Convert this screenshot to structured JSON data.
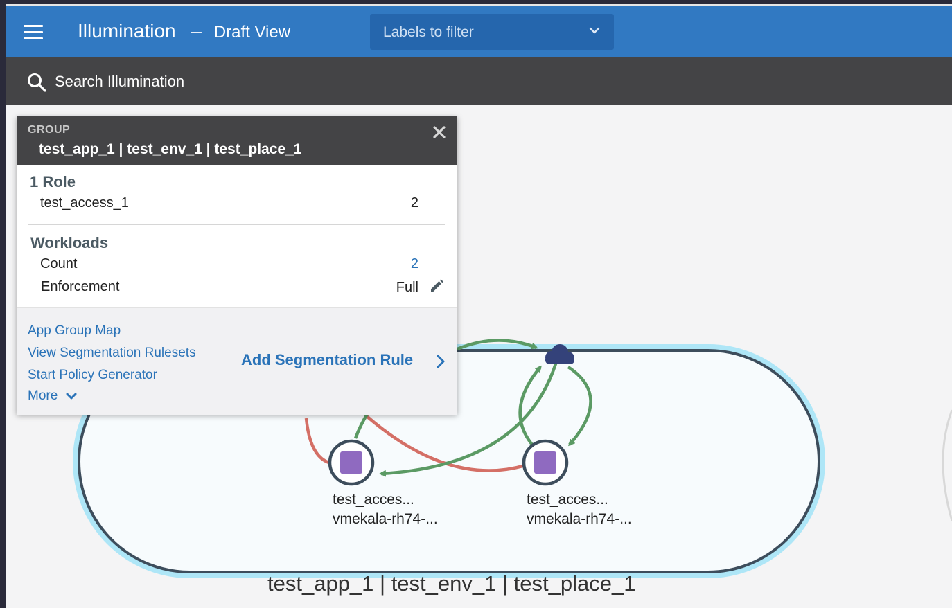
{
  "header": {
    "title": "Illumination",
    "separator": "–",
    "view": "Draft View",
    "filter_placeholder": "Labels to filter"
  },
  "search": {
    "label": "Search Illumination"
  },
  "popup": {
    "kind": "GROUP",
    "name": "test_app_1 | test_env_1 | test_place_1",
    "roles_title": "1 Role",
    "role": {
      "name": "test_access_1",
      "count": "2"
    },
    "workloads_title": "Workloads",
    "count_label": "Count",
    "count_value": "2",
    "enforcement_label": "Enforcement",
    "enforcement_value": "Full",
    "links": [
      "App Group Map",
      "View Segmentation Rulesets",
      "Start Policy Generator",
      "More"
    ],
    "add_rule": "Add Segmentation Rule"
  },
  "map": {
    "group_label": "test_app_1 | test_env_1 | test_place_1",
    "nodes": [
      {
        "line1": "test_acces...",
        "line2": "vmekala-rh74-..."
      },
      {
        "line1": "test_acces...",
        "line2": "vmekala-rh74-..."
      }
    ],
    "colors": {
      "group_border": "#3d4d5c",
      "group_glow": "#aee6f7",
      "allowed_edge": "#5b9a64",
      "blocked_edge": "#d46f66",
      "workload": "#8f6ac0",
      "cloud": "#34427a"
    },
    "icons": [
      "menu-icon",
      "chevron-down-icon",
      "search-icon",
      "close-icon",
      "pencil-icon",
      "chevron-right-icon",
      "cloud-icon"
    ]
  }
}
